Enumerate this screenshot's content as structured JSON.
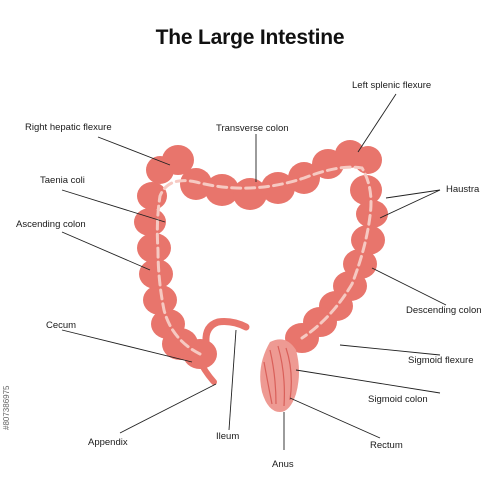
{
  "title": "The Large Intestine",
  "labels": {
    "right_hepatic_flexure": "Right hepatic flexure",
    "transverse_colon": "Transverse colon",
    "left_splenic_flexure": "Left splenic flexure",
    "taenia_coli": "Taenia coli",
    "haustra": "Haustra",
    "ascending_colon": "Ascending colon",
    "descending_colon": "Descending colon",
    "cecum": "Cecum",
    "sigmoid_flexure": "Sigmoid flexure",
    "sigmoid_colon": "Sigmoid colon",
    "appendix": "Appendix",
    "ileum": "Ileum",
    "rectum": "Rectum",
    "anus": "Anus"
  },
  "stock_id": "#807386975",
  "colors": {
    "colon_fill": "#e8756c",
    "colon_shadow": "#d9605a",
    "taenia_band": "#f6c9c2",
    "rectum_fill": "#ee9a93",
    "rectum_stripe": "#d9605a",
    "leader_line": "#222222"
  }
}
